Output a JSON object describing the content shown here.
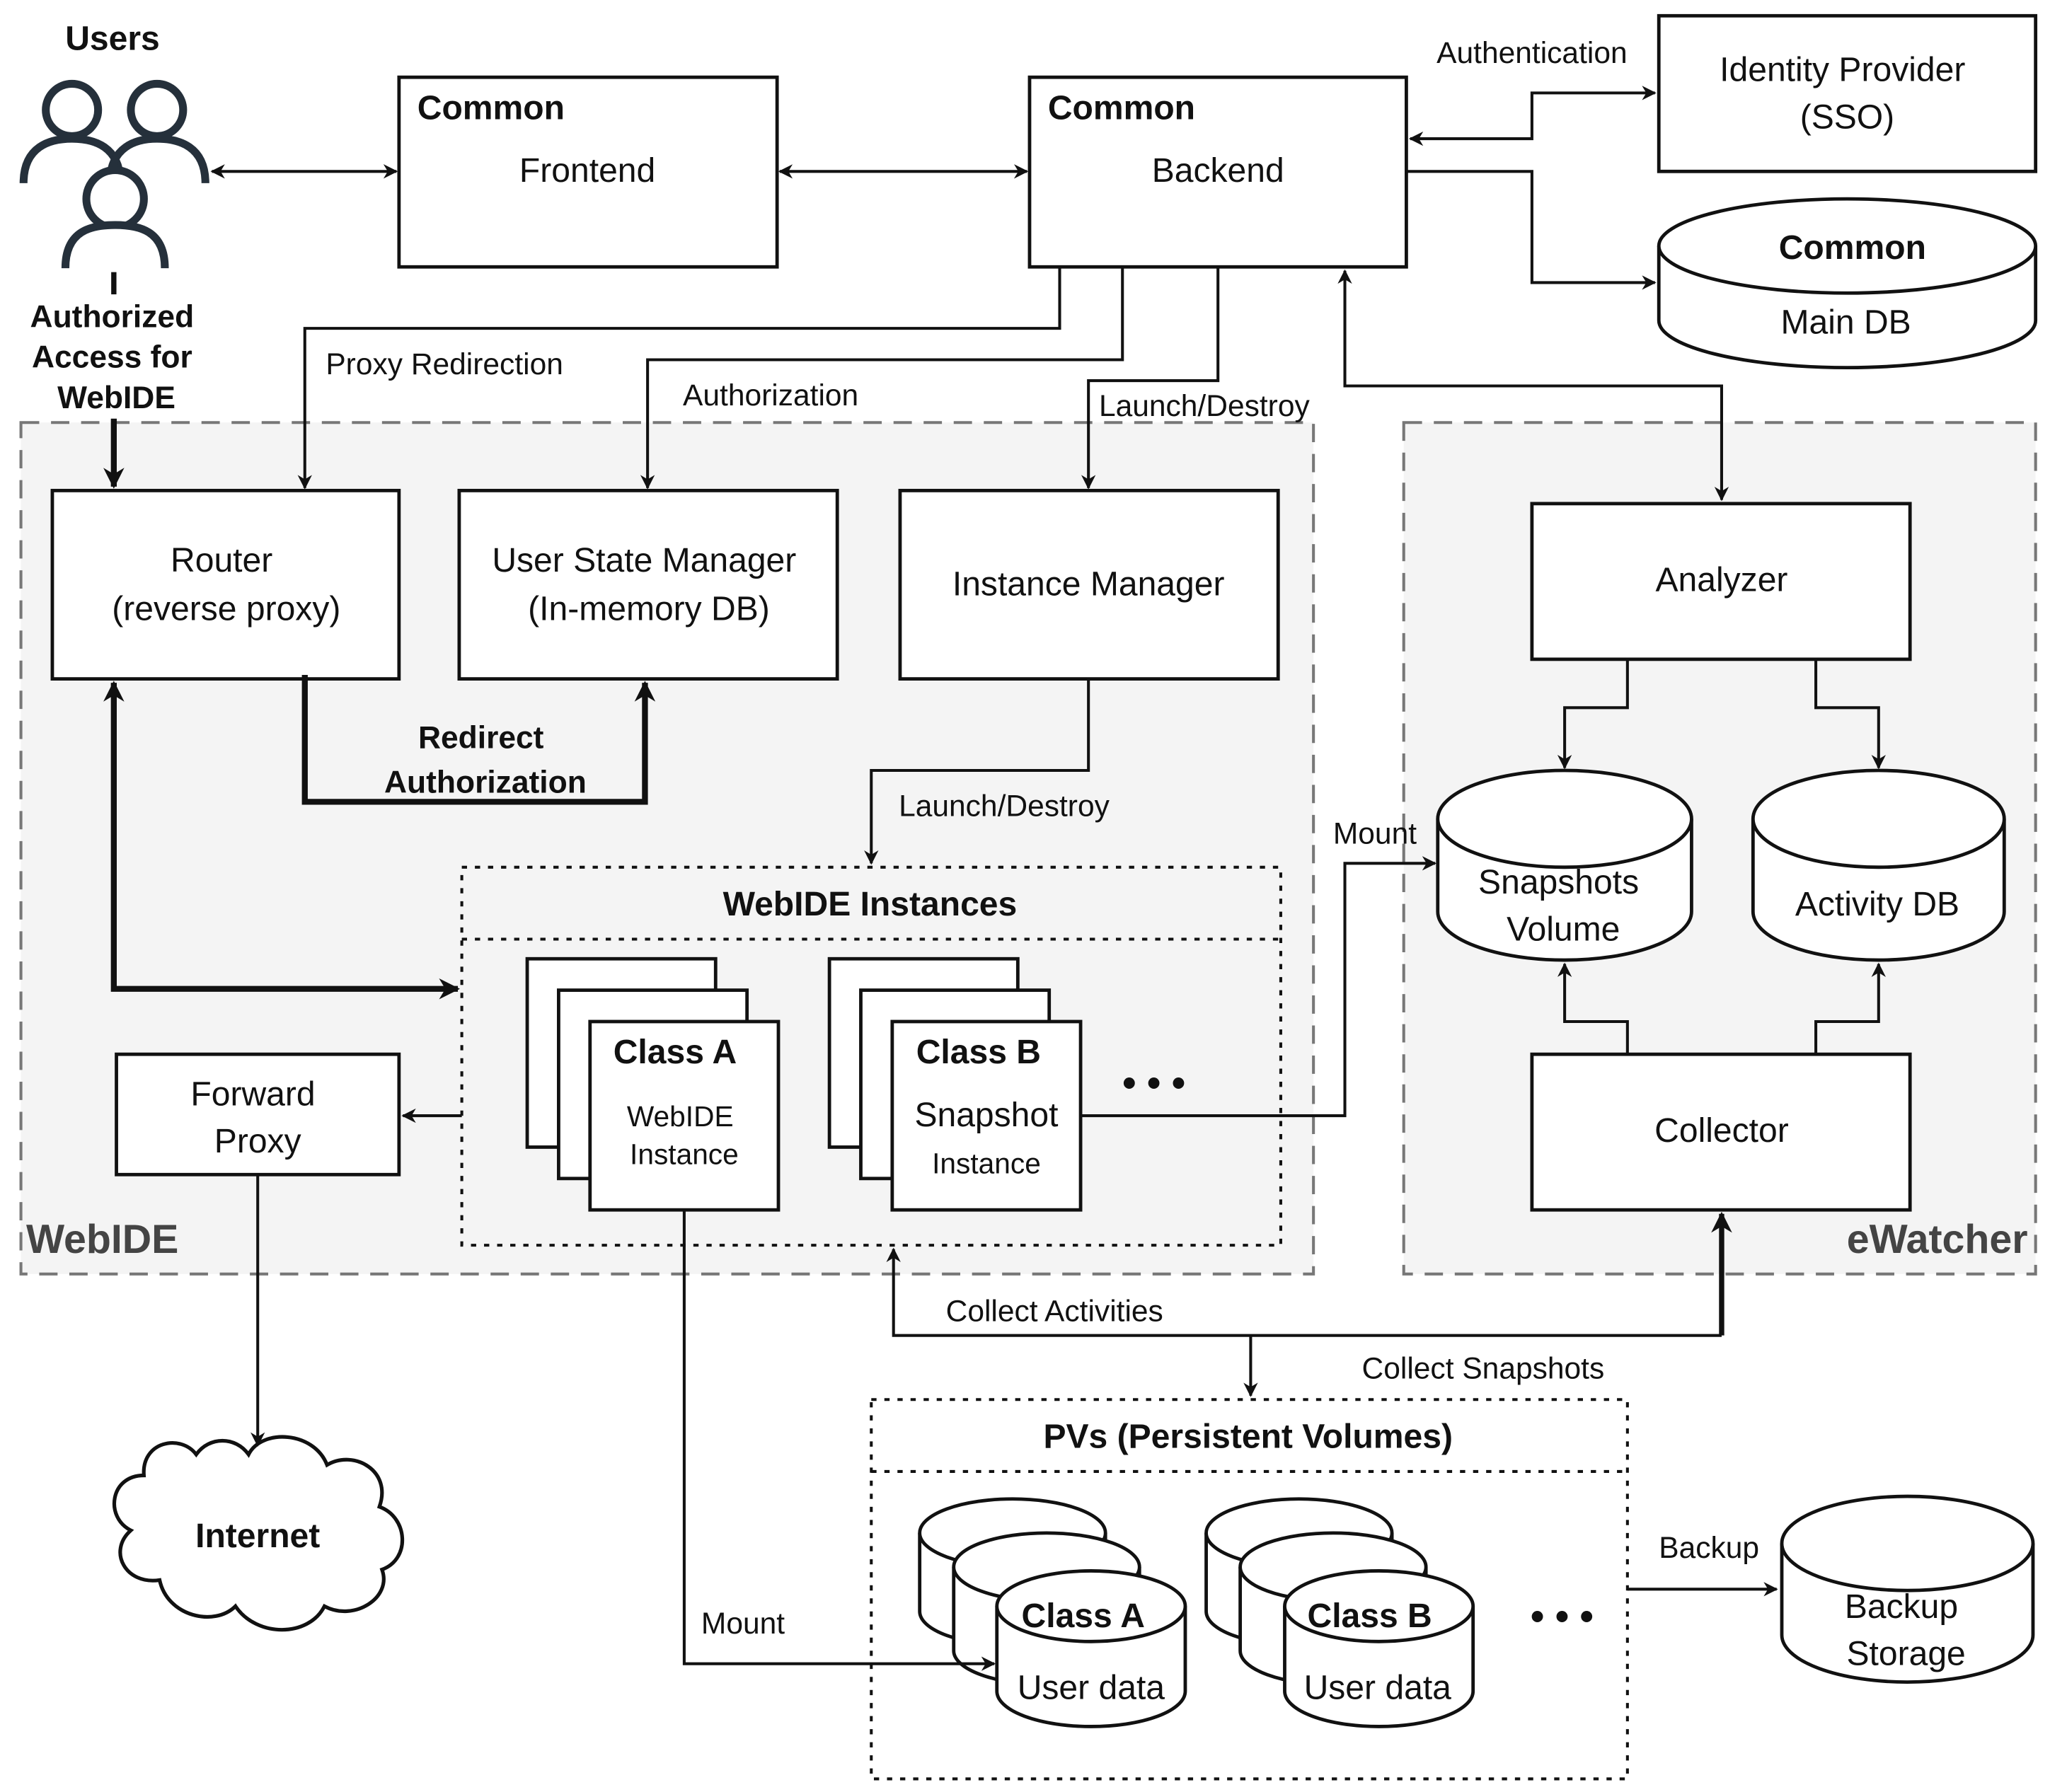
{
  "users": {
    "title": "Users",
    "access_label": "Authorized Access for WebIDE",
    "access_lines": [
      "Authorized",
      "Access for",
      "WebIDE"
    ]
  },
  "frontend": {
    "tag": "Common",
    "name": "Frontend"
  },
  "backend": {
    "tag": "Common",
    "name": "Backend"
  },
  "identity_provider": {
    "line1": "Identity Provider",
    "line2": "(SSO)"
  },
  "main_db": {
    "tag": "Common",
    "name": "Main DB"
  },
  "webide": {
    "group_title": "WebIDE",
    "router": {
      "line1": "Router",
      "line2": "(reverse proxy)"
    },
    "user_state_manager": {
      "line1": "User State Manager",
      "line2": "(In-memory DB)"
    },
    "instance_manager": {
      "name": "Instance Manager"
    },
    "redirect_authorization": {
      "line1": "Redirect",
      "line2": "Authorization"
    },
    "forward_proxy": {
      "line1": "Forward",
      "line2": "Proxy"
    },
    "instances": {
      "title": "WebIDE Instances",
      "class_a": {
        "tag": "Class A",
        "line1": "WebIDE",
        "line2": "Instance"
      },
      "class_b": {
        "tag": "Class B",
        "line1": "Snapshot",
        "line2": "Instance"
      },
      "more": "• • •"
    }
  },
  "ewatcher": {
    "group_title": "eWatcher",
    "analyzer": "Analyzer",
    "snapshots_volume": {
      "line1": "Snapshots",
      "line2": "Volume"
    },
    "activity_db": "Activity DB",
    "collector": "Collector"
  },
  "internet": "Internet",
  "pvs": {
    "title": "PVs (Persistent Volumes)",
    "class_a": {
      "tag": "Class A",
      "name": "User data"
    },
    "class_b": {
      "tag": "Class B",
      "name": "User data"
    },
    "more": "• • •"
  },
  "backup_storage": {
    "line1": "Backup",
    "line2": "Storage"
  },
  "edges": {
    "authentication": "Authentication",
    "proxy_redirection": "Proxy Redirection",
    "authorization": "Authorization",
    "launch_destroy_backend": "Launch/Destroy",
    "launch_destroy_instances": "Launch/Destroy",
    "mount_snapshots": "Mount",
    "collect_activities": "Collect Activities",
    "collect_snapshots": "Collect Snapshots",
    "mount_pvs": "Mount",
    "backup": "Backup"
  }
}
